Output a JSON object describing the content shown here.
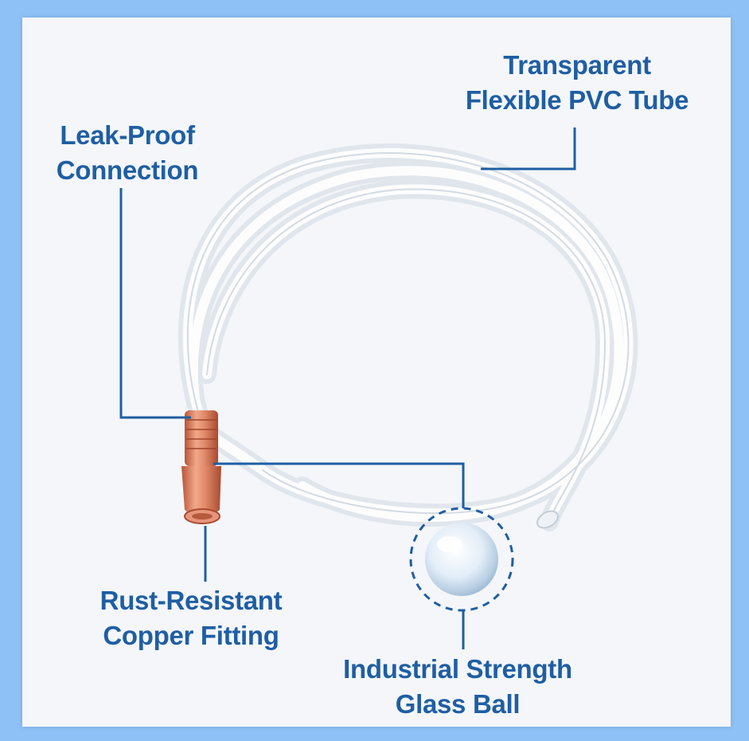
{
  "colors": {
    "frame": "#8ec2f7",
    "panel": "#f4f6fa",
    "label_text": "#1f5ea3",
    "callout_line": "#1f5ea3",
    "copper": "#d9825f"
  },
  "labels": {
    "tube": {
      "line1": "Transparent",
      "line2": "Flexible PVC Tube"
    },
    "leak": {
      "line1": "Leak-Proof",
      "line2": "Connection"
    },
    "copper": {
      "line1": "Rust-Resistant",
      "line2": "Copper Fitting"
    },
    "ball": {
      "line1": "Industrial Strength",
      "line2": "Glass Ball"
    }
  }
}
